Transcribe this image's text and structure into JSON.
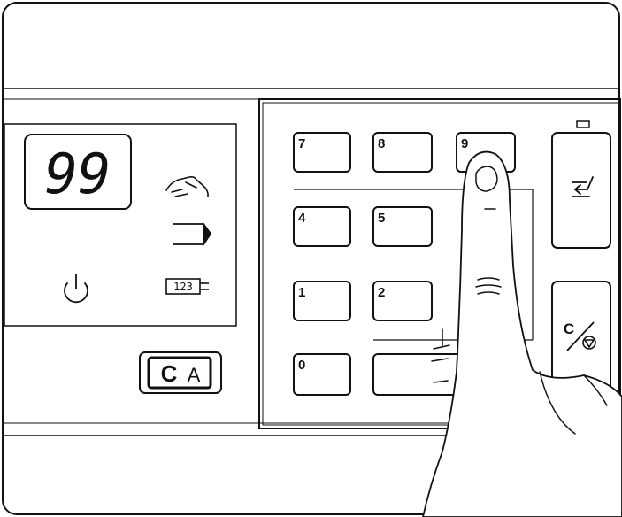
{
  "display": {
    "value": "99"
  },
  "keypad": {
    "keys": [
      "7",
      "8",
      "9",
      "4",
      "5",
      "1",
      "2",
      "0"
    ]
  },
  "buttons": {
    "clear_all_c": "C",
    "clear_all_a": "A",
    "clear_stop_c": "C"
  },
  "indicators": {
    "copy_count_badge": "123"
  },
  "colors": {
    "line": "#111111",
    "background": "#ffffff"
  }
}
